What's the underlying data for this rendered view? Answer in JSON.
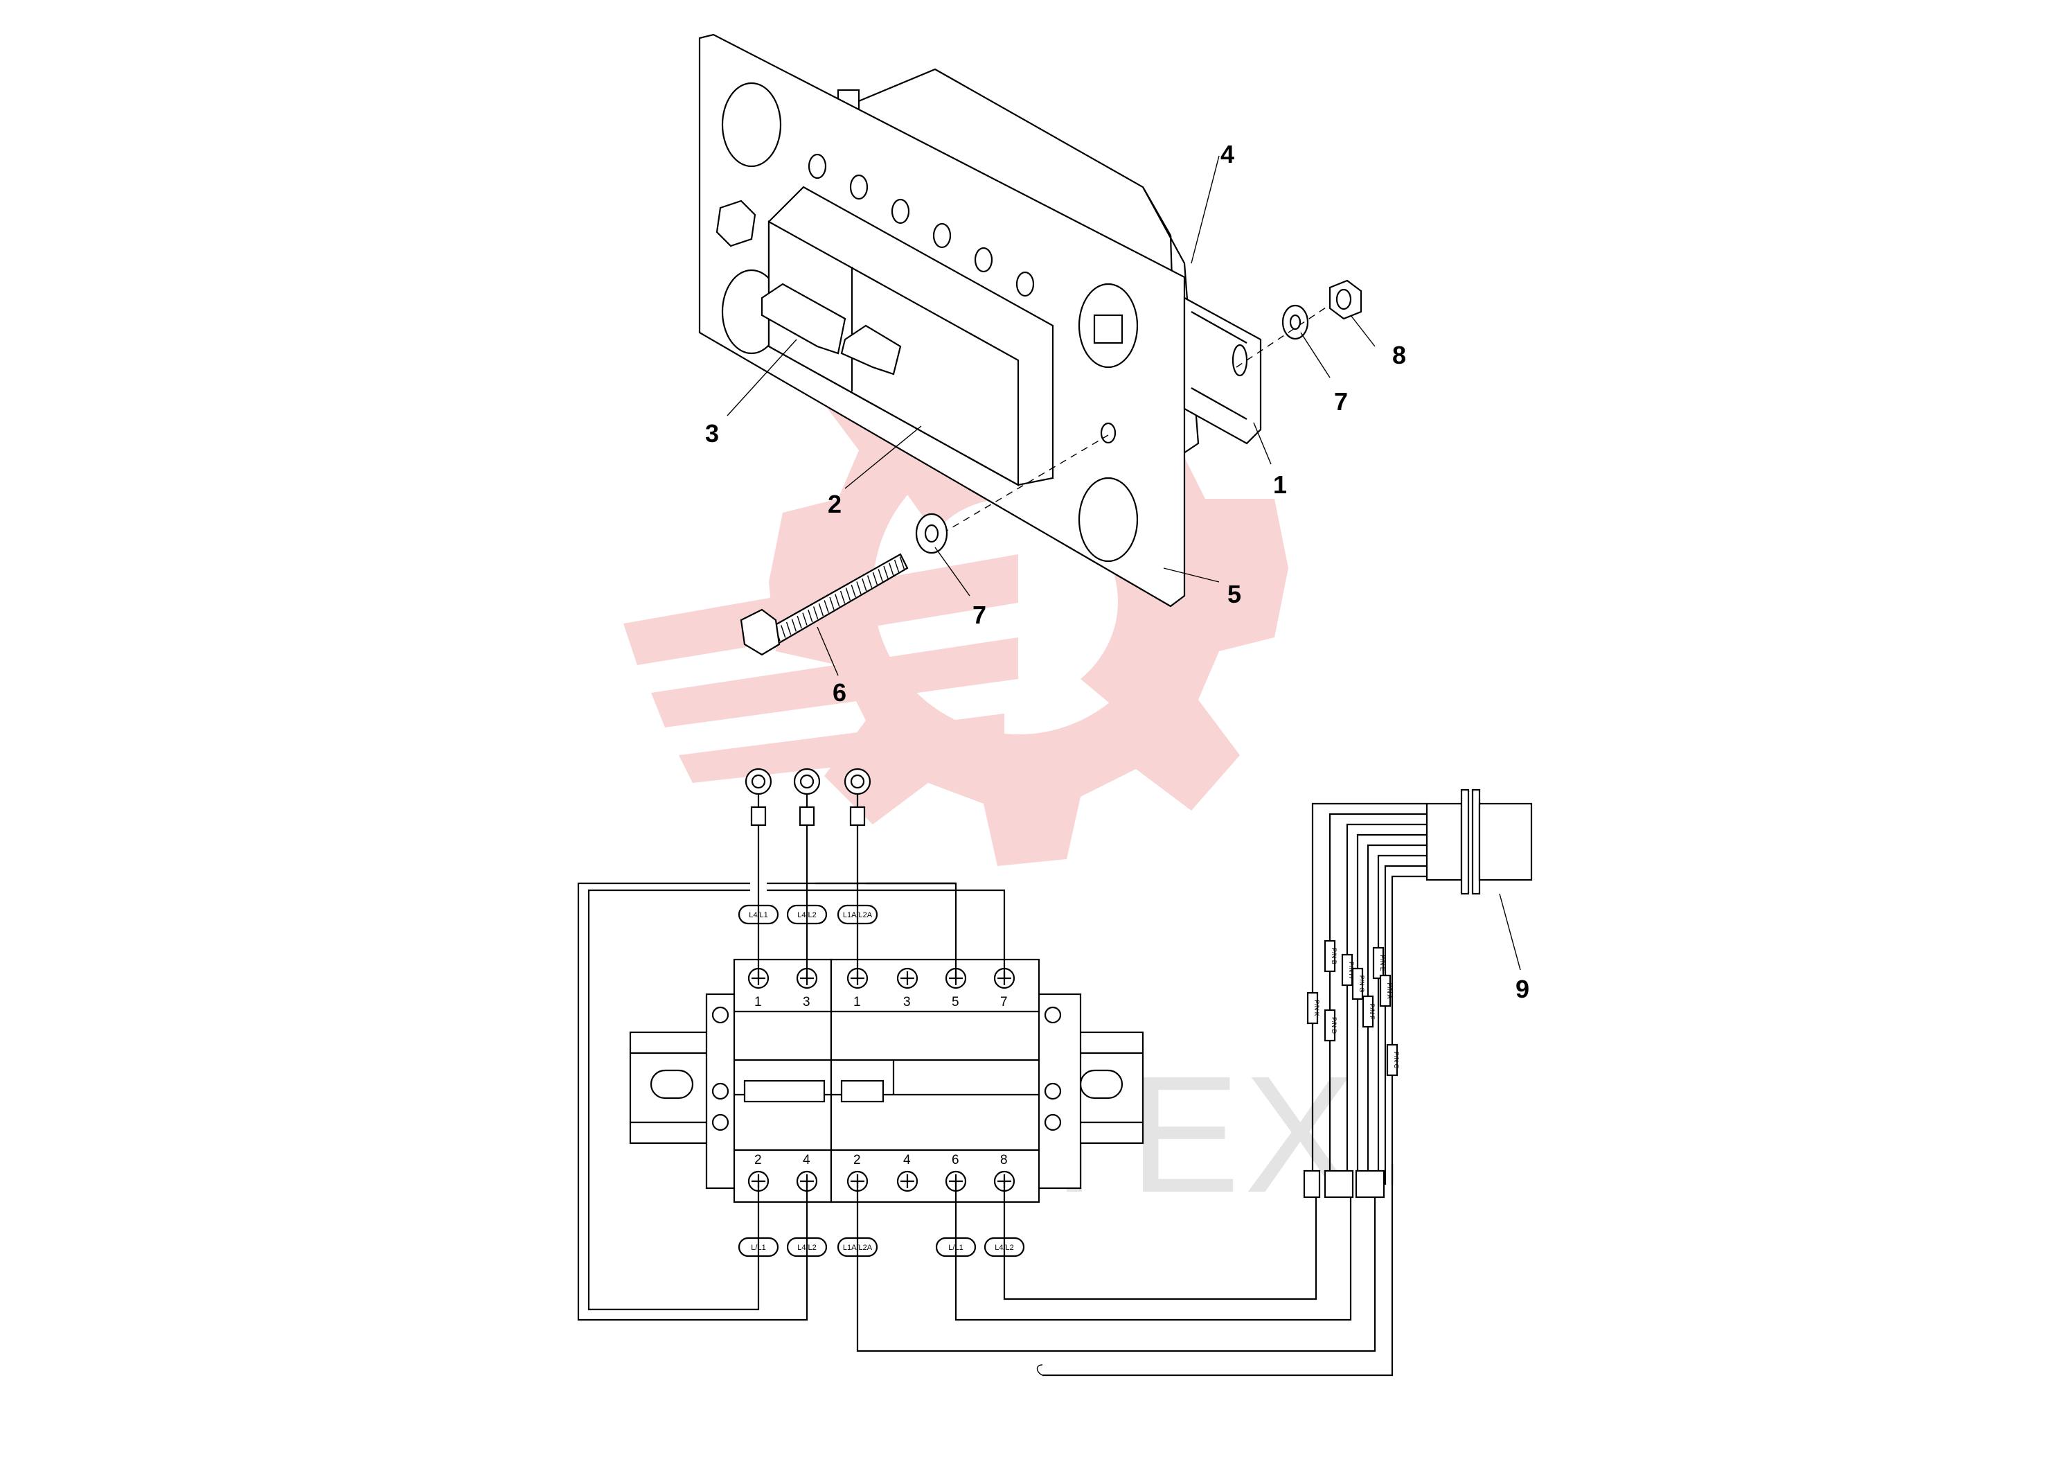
{
  "watermark": {
    "text": "ИНТЕХ",
    "logo": "gear-wrench-logo",
    "color": "#f8d4d4",
    "text_color": "#e4e4e4"
  },
  "exploded_view": {
    "callouts": [
      "4",
      "8",
      "7",
      "3",
      "1",
      "2",
      "5",
      "7",
      "6"
    ]
  },
  "breaker": {
    "top_terminals": [
      "1",
      "3",
      "1",
      "3",
      "5",
      "7"
    ],
    "bottom_terminals": [
      "2",
      "4",
      "2",
      "4",
      "6",
      "8"
    ],
    "top_tags": [
      "L4/L1",
      "L4/L2",
      "L1A/L2A"
    ],
    "bottom_tags": [
      "L/L1",
      "L4/L2",
      "L1A/L2A",
      "L/L1",
      "L4/L2"
    ]
  },
  "connector": {
    "callout": "9",
    "wire_tags": [
      "P/N K",
      "P/N D",
      "P/N H",
      "P/N G",
      "P/N F",
      "P/N E",
      "P/N A",
      "P/N C",
      "P/N B"
    ]
  }
}
